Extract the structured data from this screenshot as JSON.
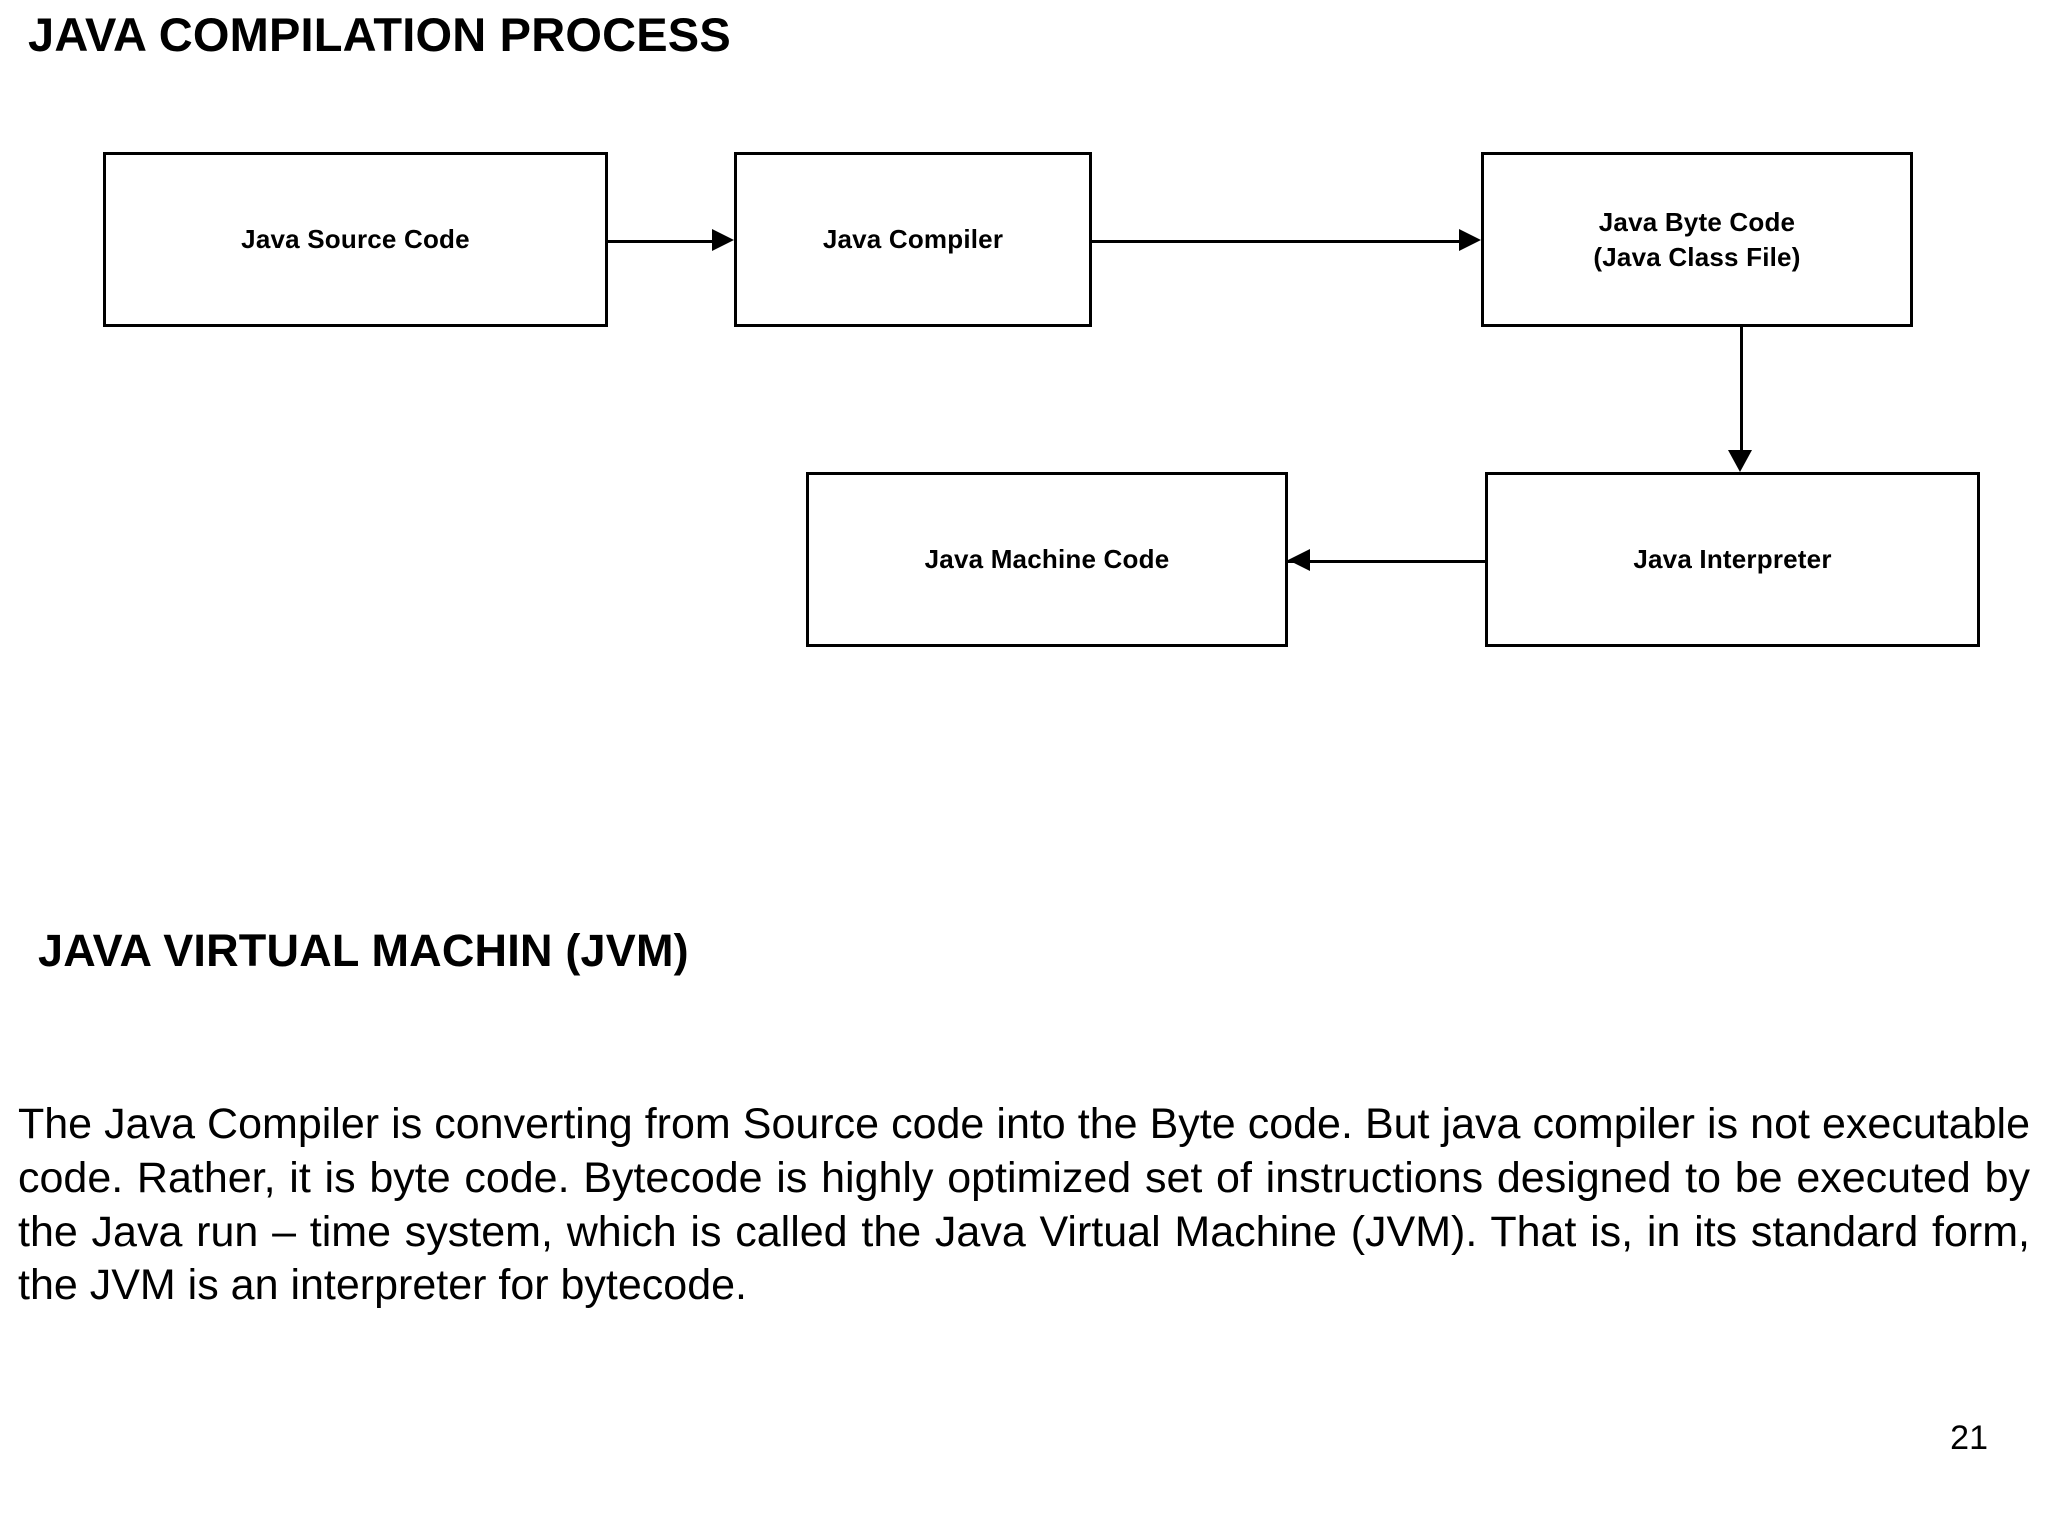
{
  "slide": {
    "title": "JAVA COMPILATION PROCESS",
    "section_title": "JAVA VIRTUAL MACHIN (JVM)",
    "page_number": "21",
    "colors": {
      "background": "#ffffff",
      "text": "#000000",
      "box_border": "#000000"
    }
  },
  "diagram": {
    "type": "flowchart",
    "nodes": [
      {
        "id": "source",
        "label": "Java Source Code"
      },
      {
        "id": "compiler",
        "label": "Java Compiler"
      },
      {
        "id": "bytecode",
        "label": "Java Byte Code\n(Java Class File)"
      },
      {
        "id": "machinecode",
        "label": "Java Machine Code"
      },
      {
        "id": "interpreter",
        "label": "Java Interpreter"
      }
    ],
    "edges": [
      {
        "from": "source",
        "to": "compiler",
        "direction": "right"
      },
      {
        "from": "compiler",
        "to": "bytecode",
        "direction": "right"
      },
      {
        "from": "bytecode",
        "to": "interpreter",
        "direction": "down"
      },
      {
        "from": "interpreter",
        "to": "machinecode",
        "direction": "left"
      }
    ]
  },
  "body": {
    "paragraph": "The Java Compiler is converting from Source code into the Byte code. But java compiler is not executable code. Rather, it is byte code. Bytecode is highly optimized set of instructions designed to be executed by the Java run – time system, which is called the Java Virtual Machine (JVM). That is, in its standard form, the JVM is an interpreter for bytecode."
  }
}
